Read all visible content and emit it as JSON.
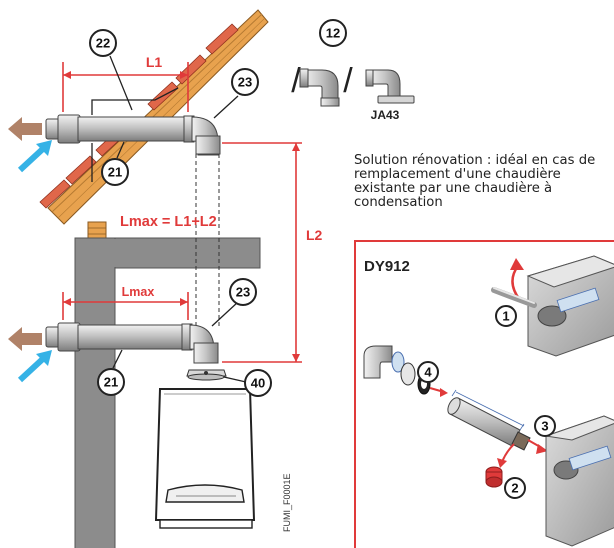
{
  "callouts": {
    "n22": "22",
    "n12": "12",
    "n23_top": "23",
    "n21_top": "21",
    "n23_bottom": "23",
    "n21_bottom": "21",
    "n40": "40",
    "k1": "1",
    "k2": "2",
    "k3": "3",
    "k4": "4"
  },
  "labels": {
    "l1": "L1",
    "l2": "L2",
    "lmax_formula": "Lmax = L1+L2",
    "lmax": "Lmax",
    "ja43": "JA43",
    "slash": "/",
    "dy912": "DY912",
    "ref": "FUMI_F0001E"
  },
  "description": "Solution rénovation : idéal en cas de remplacement d'une chaudière existante par une chaudière à condensation",
  "colors": {
    "red": "#e03a3a",
    "wall": "#8c8c8c",
    "roof": "#e8a24e",
    "tile": "#e0674a",
    "arrow_out": "#b08268",
    "arrow_in": "#35b2e6",
    "panel_border": "#e03a3a"
  }
}
